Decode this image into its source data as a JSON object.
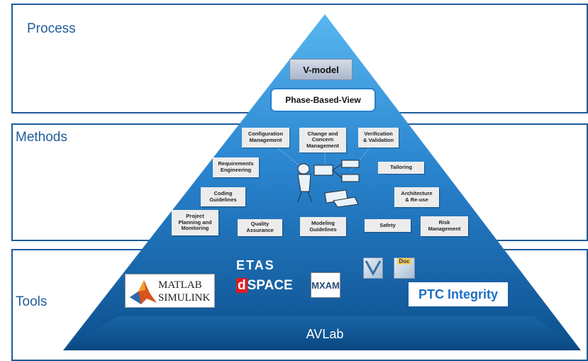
{
  "layers": {
    "process": "Process",
    "methods": "Methods",
    "tools": "Tools"
  },
  "process": {
    "vmodel": "V-model",
    "phase_view": "Phase-Based-View"
  },
  "methods": {
    "configuration_management": "Configuration\nManagement",
    "change_concern": "Change and\nConcern\nManagement",
    "verification_validation": "Verification\n& Validation",
    "requirements_engineering": "Requirements\nEngineering",
    "tailoring": "Tailoring",
    "coding_guidelines": "Coding\nGuidelines",
    "architecture_reuse": "Architecture\n& Re-use",
    "project_planning": "Project\nPlanning and\nMonitoring",
    "quality_assurance": "Quality\nAssurance",
    "modeling_guidelines": "Modeling\nGuidelines",
    "safety": "Safety",
    "risk_management": "Risk\nManagement"
  },
  "tools": {
    "matlab_line1": "MATLAB",
    "matlab_line2": "SIMULINK",
    "etas": "ETAS",
    "dspace_d": "d",
    "dspace_rest": "SPACE",
    "mxam": "MXAM",
    "ptc": "PTC Integrity",
    "doc_icon": "Doc",
    "avlab": "AVLab"
  },
  "colors": {
    "layer_border": "#1f5c99",
    "pyramid_top": "#3fa3e6",
    "pyramid_bottom": "#0e5494",
    "label_text": "#1f5c99"
  }
}
